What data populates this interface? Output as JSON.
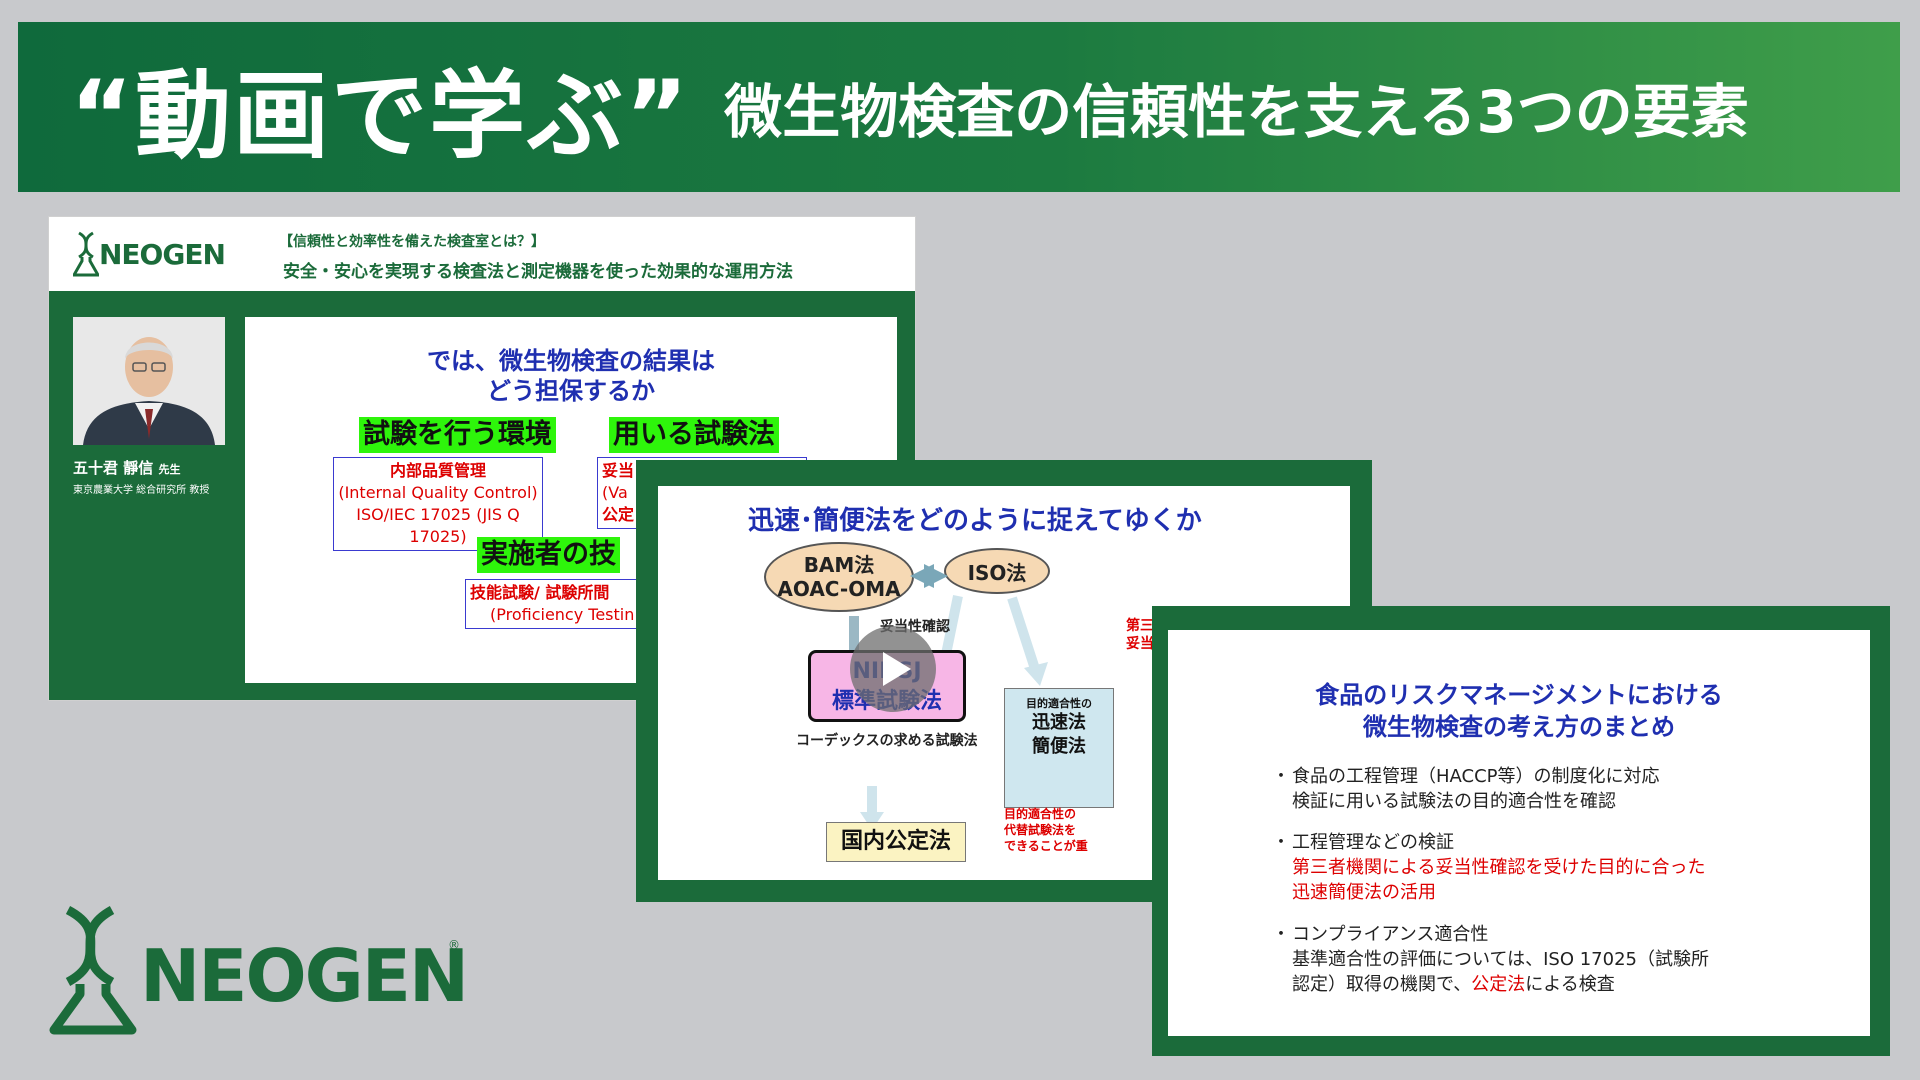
{
  "banner": {
    "title_main": "“動画で学ぶ”",
    "title_sub": "微生物検査の信頼性を支える3つの要素"
  },
  "slide1": {
    "logo": "NEOGEN",
    "topic": "【信頼性と効率性を備えた検査室とは？】",
    "subtitle": "安全・安心を実現する検査法と測定機器を使った効果的な運用方法",
    "speaker_name": "五十君 靜信",
    "speaker_honorific": "先生",
    "speaker_affiliation": "東京農業大学 総合研究所 教授",
    "question_line1": "では、微生物検査の結果は",
    "question_line2": "どう担保するか",
    "hl1": "試験を行う環境",
    "hl2": "用いる試験法",
    "hl3": "実施者の技",
    "box1_line1": "内部品質管理",
    "box1_line2": "(Internal Quality Control)",
    "box1_line3": "ISO/IEC 17025 (JIS Q 17025)",
    "box2_line1": "妥当",
    "box2_line2": "(Va",
    "box2_line3": "公定",
    "box3_line1": "技能試験/ 試験所間",
    "box3_line2": "(Proficiency Testin"
  },
  "slide2": {
    "title": "迅速･簡便法をどのように捉えてゆくか",
    "bam_line1": "BAM法",
    "bam_line2": "AOAC-OMA",
    "iso": "ISO法",
    "arrow_label": "妥当性確認",
    "third_party_line1": "第三",
    "third_party_line2": "妥当",
    "nihsj_line1": "NIHSJ",
    "nihsj_line2": "標準試験法",
    "codex": "コーデックスの求める試験法",
    "rapid_line0": "目的適合性の",
    "rapid_line1": "迅速法",
    "rapid_line2": "簡便法",
    "red_line1": "目的適合性の",
    "red_line2": "代替試験法を",
    "red_line3": "できることが重",
    "domestic": "国内公定法"
  },
  "slide3": {
    "title_line1": "食品のリスクマネージメントにおける",
    "title_line2": "微生物検査の考え方のまとめ",
    "b1_line1": "食品の工程管理（HACCP等）の制度化に対応",
    "b1_line2": "検証に用いる試験法の目的適合性を確認",
    "b2_line1": "工程管理などの検証",
    "b2_line2": "第三者機関による妥当性確認を受けた目的に合った",
    "b2_line3": "迅速簡便法の活用",
    "b3_line1": "コンプライアンス適合性",
    "b3_line2": "基準適合性の評価については、ISO 17025（試験所",
    "b3_line3a": "認定）取得の機関で、",
    "b3_line3b": "公定法",
    "b3_line3c": "による検査"
  },
  "footer_logo": {
    "wordmark": "NEOGEN",
    "reg": "®"
  },
  "colors": {
    "brand_green": "#1b6b3a",
    "title_blue": "#1f2fb0",
    "highlight_green": "#2ef50b",
    "alert_red": "#dd0000"
  }
}
